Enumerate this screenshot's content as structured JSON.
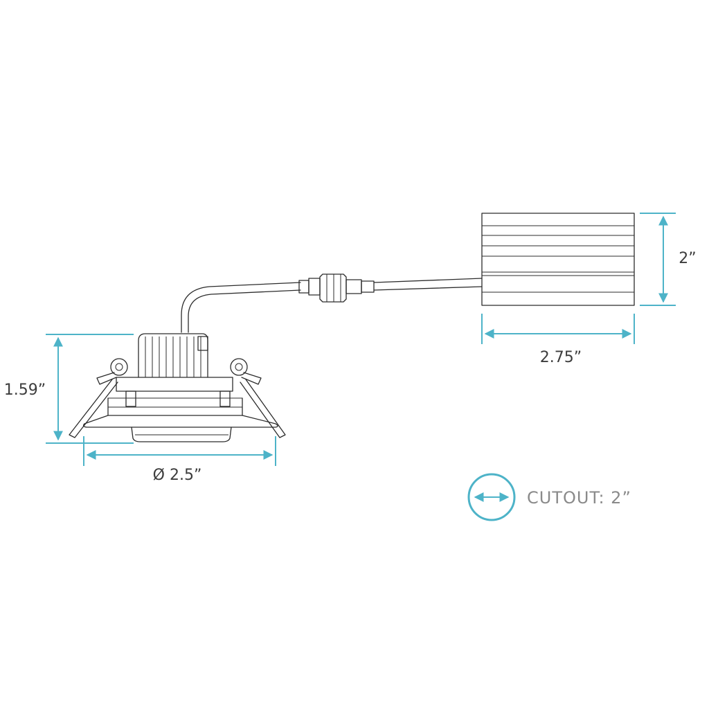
{
  "dimensions": {
    "fixture_height": "1.59”",
    "fixture_diameter": "Ø 2.5”",
    "driver_height": "2”",
    "driver_width": "2.75”"
  },
  "cutout": {
    "label": "CUTOUT: 2”"
  },
  "colors": {
    "dimension_line": "#4db3c8",
    "outline": "#2b2b2b",
    "cutout_text": "#8a8a8a"
  }
}
